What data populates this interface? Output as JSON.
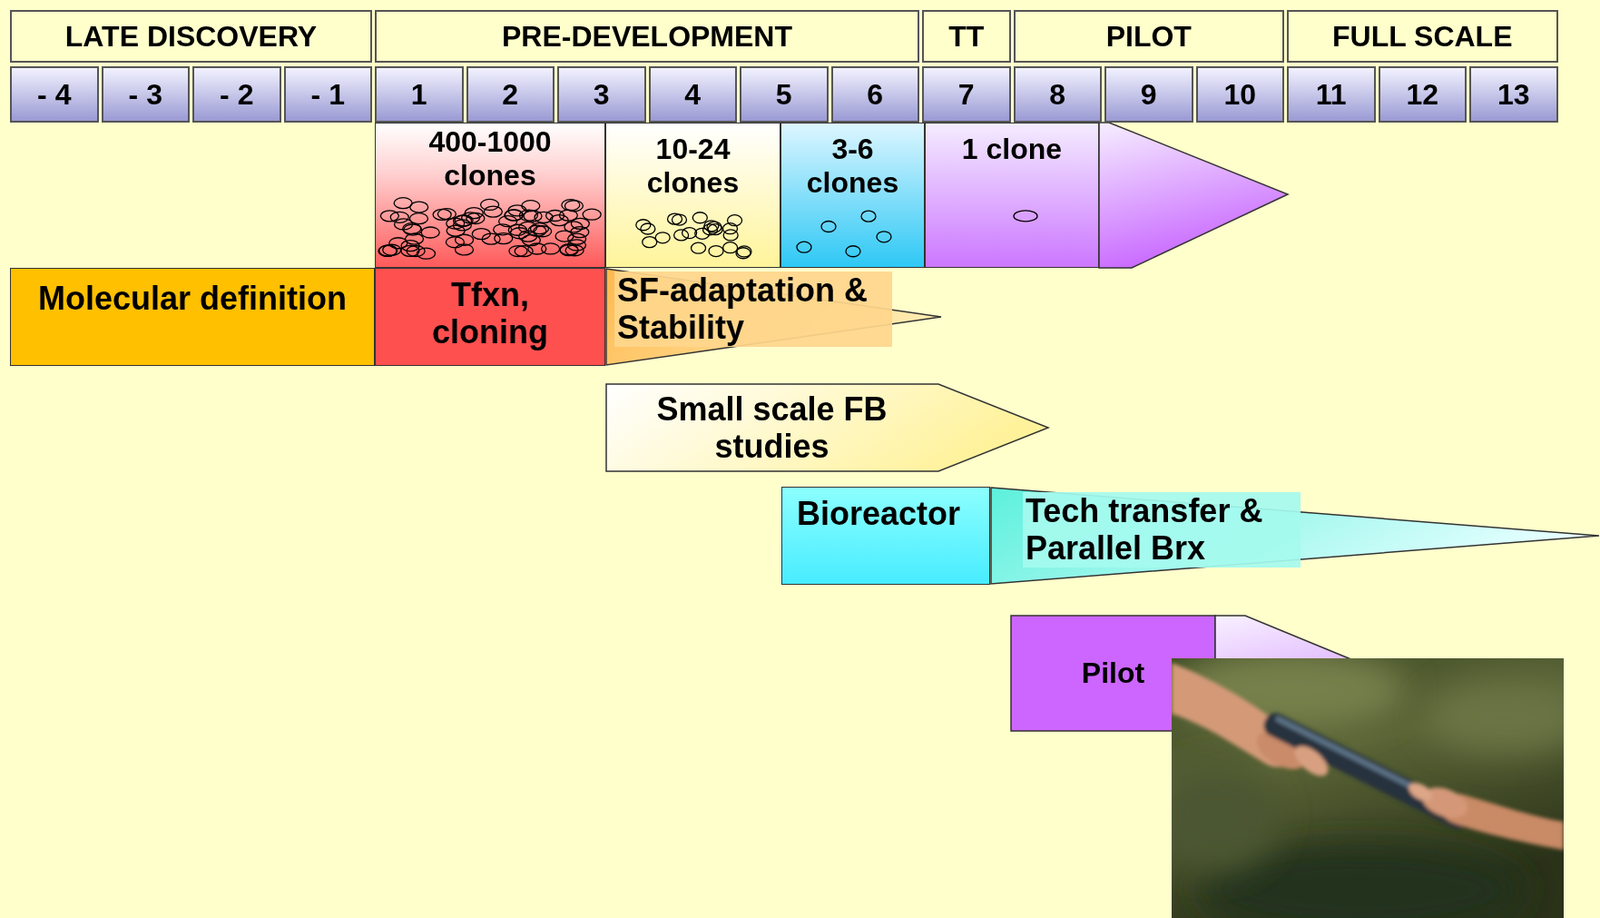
{
  "diagram": {
    "nodes": [
      {
        "text": [
          "LATE DISCOVERY"
        ]
      },
      {
        "text": [
          "PRE-DEVELOPMENT"
        ]
      },
      {
        "text": [
          "TT"
        ]
      },
      {
        "text": [
          "PILOT"
        ]
      },
      {
        "text": [
          "FULL SCALE"
        ]
      },
      {
        "text": [
          "- 4"
        ]
      },
      {
        "text": [
          "- 3"
        ]
      },
      {
        "text": [
          "- 2"
        ]
      },
      {
        "text": [
          "- 1"
        ]
      },
      {
        "text": [
          "1"
        ]
      },
      {
        "text": [
          "2"
        ]
      },
      {
        "text": [
          "3"
        ]
      },
      {
        "text": [
          "4"
        ]
      },
      {
        "text": [
          "5"
        ]
      },
      {
        "text": [
          "6"
        ]
      },
      {
        "text": [
          "7"
        ]
      },
      {
        "text": [
          "8"
        ]
      },
      {
        "text": [
          "9"
        ]
      },
      {
        "text": [
          "10"
        ]
      },
      {
        "text": [
          "11"
        ]
      },
      {
        "text": [
          "12"
        ]
      },
      {
        "text": [
          "13"
        ]
      },
      {
        "text": [
          "400-1000 clones"
        ]
      },
      {
        "text": [
          "10-24 clones"
        ]
      },
      {
        "text": [
          "3-6 clones"
        ]
      },
      {
        "text": [
          "1 clone"
        ]
      },
      {
        "text": [
          "Molecular definition"
        ]
      },
      {
        "text": [
          "Tfxn, cloning"
        ]
      },
      {
        "text": [
          "SF-adaptation & Stability"
        ]
      },
      {
        "text": [
          "Small scale FB studies"
        ]
      },
      {
        "text": [
          "Bioreactor"
        ]
      },
      {
        "text": [
          "Tech transfer & Parallel Brx"
        ]
      },
      {
        "text": [
          "Pilot"
        ]
      }
    ]
  }
}
